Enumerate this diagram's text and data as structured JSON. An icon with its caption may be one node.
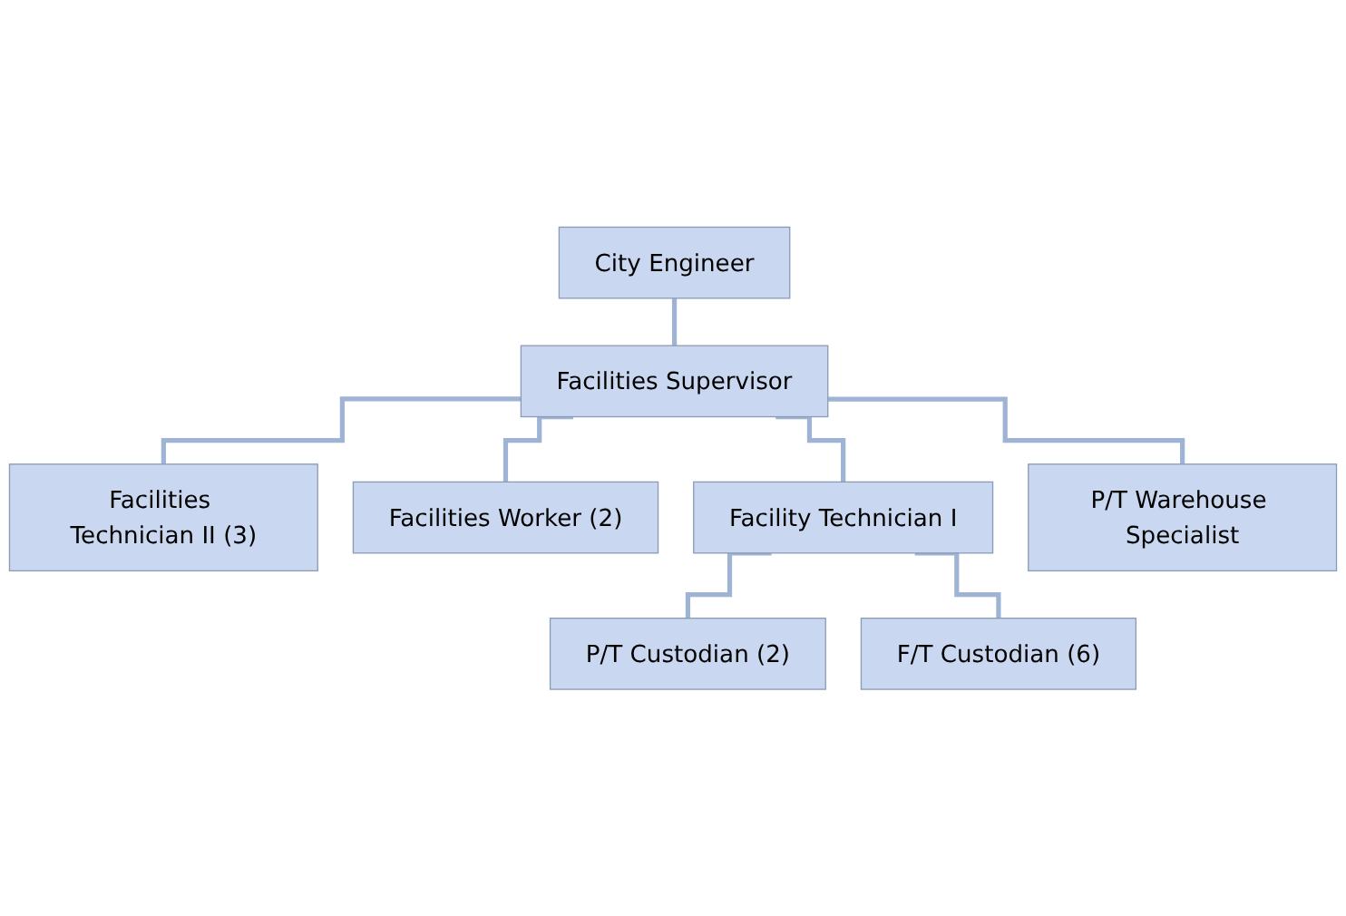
{
  "diagram": {
    "nodes": [
      {
        "text": [
          "City Engineer"
        ]
      },
      {
        "text": [
          "Facilities Supervisor"
        ]
      },
      {
        "text": [
          "Facilities Technician II (3)"
        ]
      },
      {
        "text": [
          "Facilities Worker (2)"
        ]
      },
      {
        "text": [
          "Facility Technician I"
        ]
      },
      {
        "text": [
          "P/T Warehouse Specialist"
        ]
      },
      {
        "text": [
          "P/T Custodian (2)"
        ]
      },
      {
        "text": [
          "F/T Custodian (6)"
        ]
      }
    ],
    "edges": [
      {
        "from": 0,
        "to": 1,
        "arrow": "none"
      },
      {
        "from": 1,
        "to": 2,
        "arrow": "none"
      },
      {
        "from": 1,
        "to": 3,
        "arrow": "none"
      },
      {
        "from": 1,
        "to": 4,
        "arrow": "none"
      },
      {
        "from": 1,
        "to": 5,
        "arrow": "none"
      },
      {
        "from": 4,
        "to": 6,
        "arrow": "none"
      },
      {
        "from": 4,
        "to": 7,
        "arrow": "none"
      }
    ]
  }
}
